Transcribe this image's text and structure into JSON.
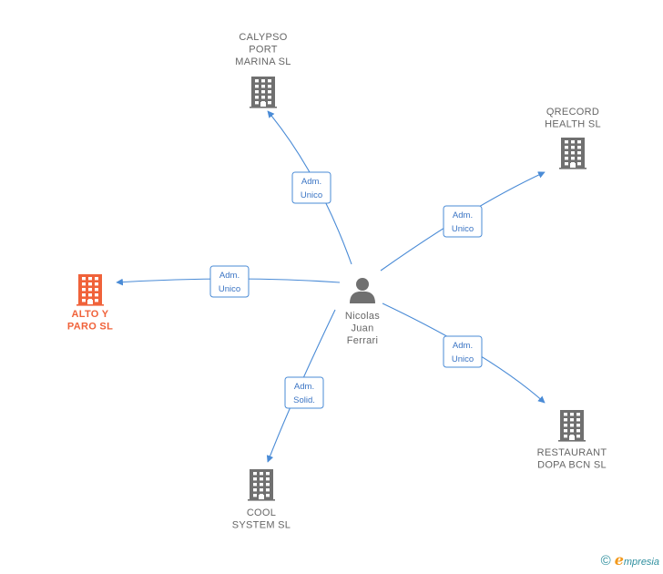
{
  "nodes": [
    {
      "id": "person",
      "kind": "person",
      "label_lines": [
        "Nicolas",
        "Juan",
        "Ferrari"
      ]
    },
    {
      "id": "calypso",
      "kind": "company",
      "label_lines": [
        "CALYPSO",
        "PORT",
        "MARINA  SL"
      ]
    },
    {
      "id": "qrecord",
      "kind": "company",
      "label_lines": [
        "QRECORD",
        "HEALTH  SL"
      ]
    },
    {
      "id": "alto",
      "kind": "company-highlight",
      "label_lines": [
        "ALTO Y",
        "PARO  SL"
      ]
    },
    {
      "id": "restaurant",
      "kind": "company",
      "label_lines": [
        "RESTAURANT",
        "DOPA BCN  SL"
      ]
    },
    {
      "id": "cool",
      "kind": "company",
      "label_lines": [
        "COOL",
        "SYSTEM SL"
      ]
    }
  ],
  "edges": [
    {
      "from": "person",
      "to": "calypso",
      "label_lines": [
        "Adm.",
        "Unico"
      ]
    },
    {
      "from": "person",
      "to": "qrecord",
      "label_lines": [
        "Adm.",
        "Unico"
      ]
    },
    {
      "from": "person",
      "to": "alto",
      "label_lines": [
        "Adm.",
        "Unico"
      ]
    },
    {
      "from": "person",
      "to": "restaurant",
      "label_lines": [
        "Adm.",
        "Unico"
      ]
    },
    {
      "from": "person",
      "to": "cool",
      "label_lines": [
        "Adm.",
        "Solid."
      ]
    }
  ],
  "colors": {
    "edge": "#4a8bd6",
    "company": "#707070",
    "highlight": "#f0623a",
    "person": "#707070"
  },
  "watermark": {
    "copyright": "©",
    "brand_initial": "e",
    "brand_rest": "mpresia"
  }
}
